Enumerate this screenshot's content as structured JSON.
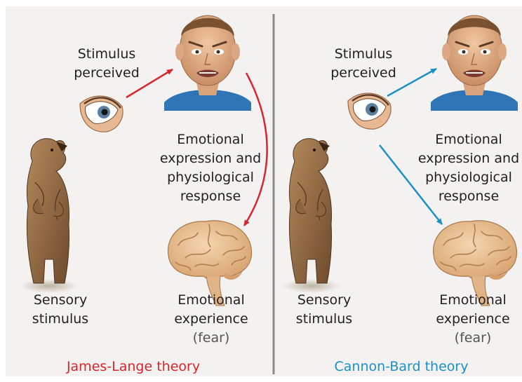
{
  "colors": {
    "background": "#f3f2f1",
    "divider": "#8a8a8a",
    "james_lange_accent": "#d9262c",
    "cannon_bard_accent": "#1d8fc7",
    "text": "#231f20"
  },
  "panels": [
    {
      "theory_title": "James-Lange theory",
      "stimulus_perceived": [
        "Stimulus",
        "perceived"
      ],
      "emotional_expression": [
        "Emotional",
        "expression and",
        "physiological",
        "response"
      ],
      "sensory_stimulus": [
        "Sensory",
        "stimulus"
      ],
      "emotional_experience": [
        "Emotional",
        "experience",
        "(fear)"
      ],
      "icons": [
        "eye-icon",
        "frightened-face-icon",
        "bear-icon",
        "brain-icon"
      ]
    },
    {
      "theory_title": "Cannon-Bard theory",
      "stimulus_perceived": [
        "Stimulus",
        "perceived"
      ],
      "emotional_expression": [
        "Emotional",
        "expression and",
        "physiological",
        "response"
      ],
      "sensory_stimulus": [
        "Sensory",
        "stimulus"
      ],
      "emotional_experience": [
        "Emotional",
        "experience",
        "(fear)"
      ],
      "icons": [
        "eye-icon",
        "frightened-face-icon",
        "bear-icon",
        "brain-icon"
      ]
    }
  ]
}
